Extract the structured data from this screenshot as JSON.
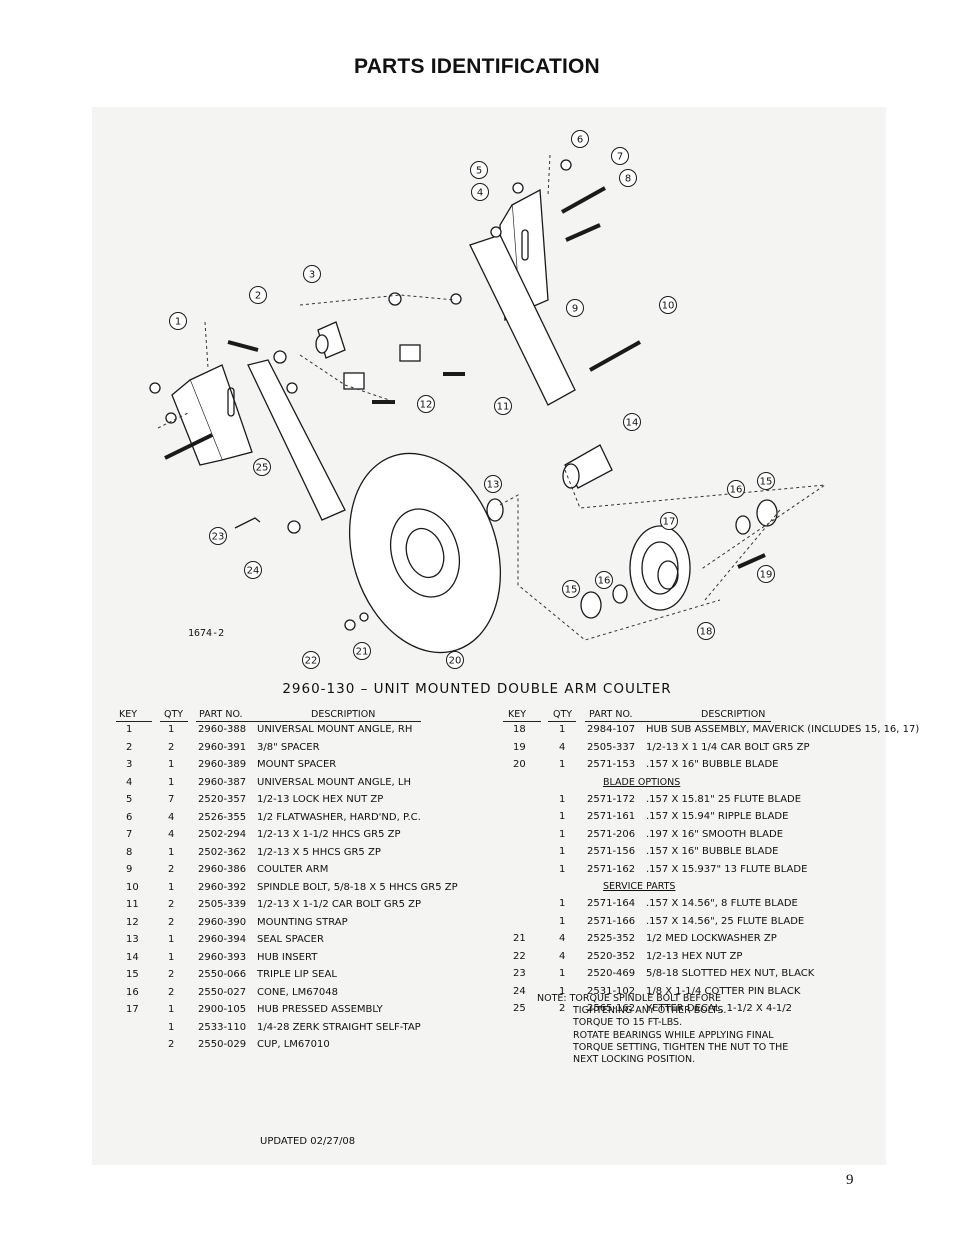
{
  "page": {
    "title": "PARTS IDENTIFICATION",
    "page_number": "9",
    "updated": "UPDATED 02/27/08"
  },
  "figure": {
    "code": "1674-2",
    "heading": "2960-130  –  UNIT MOUNTED DOUBLE ARM COULTER",
    "callouts": [
      "1",
      "2",
      "3",
      "4",
      "5",
      "6",
      "7",
      "8",
      "9",
      "10",
      "11",
      "12",
      "13",
      "14",
      "15",
      "15",
      "16",
      "16",
      "17",
      "18",
      "19",
      "20",
      "21",
      "22",
      "23",
      "24",
      "25"
    ]
  },
  "table": {
    "headers": {
      "key": "KEY",
      "qty": "QTY",
      "part": "PART NO.",
      "desc": "DESCRIPTION"
    },
    "left_rows": [
      {
        "key": "1",
        "qty": "1",
        "part": "2960-388",
        "desc": "UNIVERSAL MOUNT ANGLE, RH"
      },
      {
        "key": "2",
        "qty": "2",
        "part": "2960-391",
        "desc": "3/8\" SPACER"
      },
      {
        "key": "3",
        "qty": "1",
        "part": "2960-389",
        "desc": "MOUNT SPACER"
      },
      {
        "key": "4",
        "qty": "1",
        "part": "2960-387",
        "desc": "UNIVERSAL MOUNT ANGLE, LH"
      },
      {
        "key": "5",
        "qty": "7",
        "part": "2520-357",
        "desc": "1/2-13 LOCK HEX NUT ZP"
      },
      {
        "key": "6",
        "qty": "4",
        "part": "2526-355",
        "desc": "1/2 FLATWASHER, HARD'ND, P.C."
      },
      {
        "key": "7",
        "qty": "4",
        "part": "2502-294",
        "desc": "1/2-13 X 1-1/2 HHCS GR5 ZP"
      },
      {
        "key": "8",
        "qty": "1",
        "part": "2502-362",
        "desc": "1/2-13 X 5 HHCS GR5 ZP"
      },
      {
        "key": "9",
        "qty": "2",
        "part": "2960-386",
        "desc": "COULTER ARM"
      },
      {
        "key": "10",
        "qty": "1",
        "part": "2960-392",
        "desc": "SPINDLE BOLT, 5/8-18 X 5 HHCS GR5 ZP"
      },
      {
        "key": "11",
        "qty": "2",
        "part": "2505-339",
        "desc": "1/2-13 X 1-1/2 CAR BOLT GR5 ZP"
      },
      {
        "key": "12",
        "qty": "2",
        "part": "2960-390",
        "desc": "MOUNTING STRAP"
      },
      {
        "key": "13",
        "qty": "1",
        "part": "2960-394",
        "desc": "SEAL SPACER"
      },
      {
        "key": "14",
        "qty": "1",
        "part": "2960-393",
        "desc": "HUB INSERT"
      },
      {
        "key": "15",
        "qty": "2",
        "part": "2550-066",
        "desc": "TRIPLE LIP SEAL"
      },
      {
        "key": "16",
        "qty": "2",
        "part": "2550-027",
        "desc": "CONE, LM67048"
      },
      {
        "key": "17",
        "qty": "1",
        "part": "2900-105",
        "desc": "HUB PRESSED ASSEMBLY"
      },
      {
        "key": "",
        "qty": "1",
        "part": "2533-110",
        "desc": "1/4-28 ZERK STRAIGHT SELF-TAP"
      },
      {
        "key": "",
        "qty": "2",
        "part": "2550-029",
        "desc": "CUP, LM67010"
      }
    ],
    "right_rows_top": [
      {
        "key": "18",
        "qty": "1",
        "part": "2984-107",
        "desc": "HUB SUB ASSEMBLY, MAVERICK (INCLUDES 15, 16, 17)"
      },
      {
        "key": "19",
        "qty": "4",
        "part": "2505-337",
        "desc": "1/2-13 X 1 1/4 CAR BOLT GR5 ZP"
      },
      {
        "key": "20",
        "qty": "1",
        "part": "2571-153",
        "desc": ".157 X 16\" BUBBLE BLADE"
      }
    ],
    "blade_options_label": "BLADE OPTIONS",
    "blade_options": [
      {
        "key": "",
        "qty": "1",
        "part": "2571-172",
        "desc": ".157 X 15.81\" 25 FLUTE BLADE"
      },
      {
        "key": "",
        "qty": "1",
        "part": "2571-161",
        "desc": ".157 X 15.94\" RIPPLE BLADE"
      },
      {
        "key": "",
        "qty": "1",
        "part": "2571-206",
        "desc": ".197 X 16\" SMOOTH BLADE"
      },
      {
        "key": "",
        "qty": "1",
        "part": "2571-156",
        "desc": ".157 X 16\" BUBBLE BLADE"
      },
      {
        "key": "",
        "qty": "1",
        "part": "2571-162",
        "desc": ".157 X 15.937\" 13 FLUTE BLADE"
      }
    ],
    "service_parts_label": "SERVICE PARTS",
    "service_parts": [
      {
        "key": "",
        "qty": "1",
        "part": "2571-164",
        "desc": ".157 X 14.56\", 8 FLUTE BLADE"
      },
      {
        "key": "",
        "qty": "1",
        "part": "2571-166",
        "desc": ".157 X 14.56\", 25 FLUTE BLADE"
      },
      {
        "key": "21",
        "qty": "4",
        "part": "2525-352",
        "desc": "1/2 MED LOCKWASHER ZP"
      },
      {
        "key": "22",
        "qty": "4",
        "part": "2520-352",
        "desc": "1/2-13 HEX NUT ZP"
      },
      {
        "key": "23",
        "qty": "1",
        "part": "2520-469",
        "desc": "5/8-18 SLOTTED HEX NUT, BLACK"
      },
      {
        "key": "24",
        "qty": "1",
        "part": "2531-102",
        "desc": "1/8 X 1-1/4 COTTER PIN  BLACK"
      },
      {
        "key": "25",
        "qty": "2",
        "part": "2565-162",
        "desc": "YETTER DECAL, 1-1/2 X 4-1/2"
      }
    ]
  },
  "note": {
    "lines": [
      "NOTE:  TORQUE SPINDLE BOLT BEFORE",
      "TIGHTENING ANY OTHER BOLTS.",
      "TORQUE TO 15 FT-LBS.",
      "ROTATE BEARINGS WHILE APPLYING FINAL",
      "TORQUE SETTING, TIGHTEN THE NUT TO THE",
      "NEXT LOCKING POSITION."
    ]
  }
}
